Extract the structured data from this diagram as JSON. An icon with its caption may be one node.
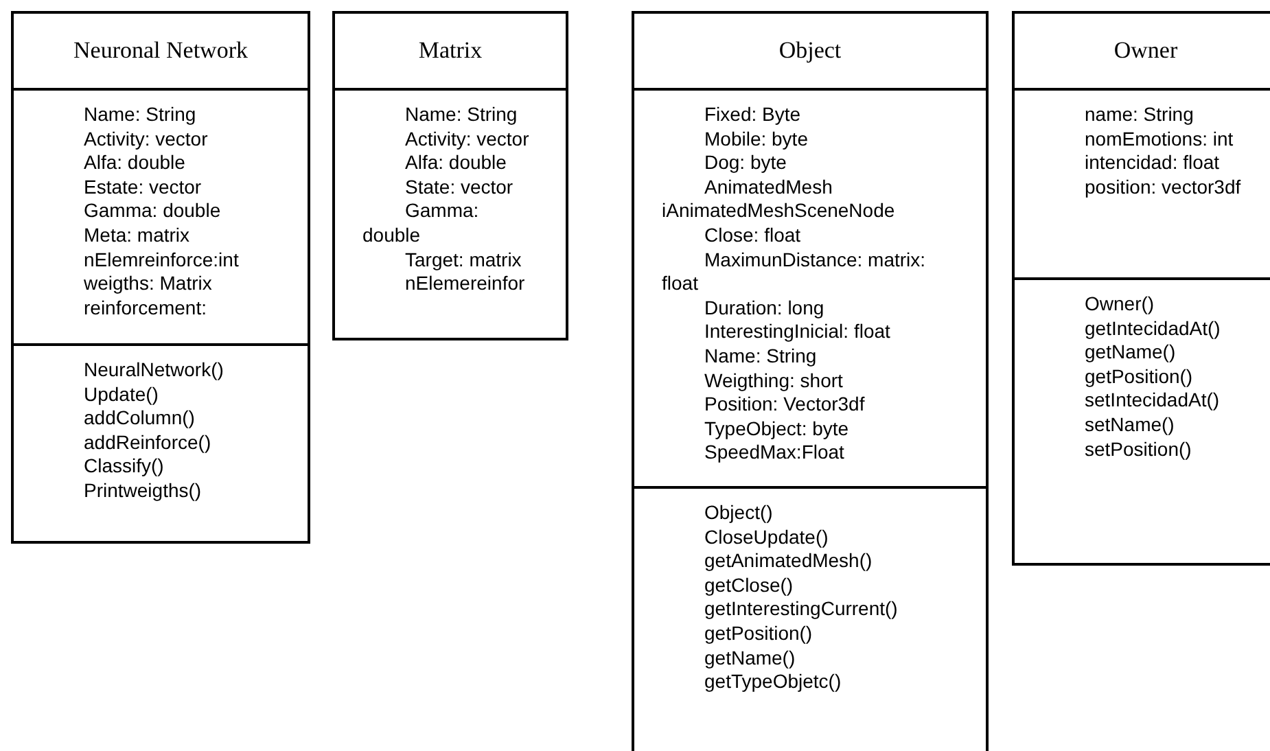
{
  "diagram": {
    "nodes": [
      {
        "text": [
          "Neuronal Network"
        ]
      },
      {
        "text": [
          "Name: String",
          "Activity: vector",
          "Alfa: double",
          "Estate: vector",
          "Gamma: double",
          "Meta: matrix",
          "nElemreinforce:int",
          "weigths: Matrix",
          "reinforcement:"
        ],
        "in": 0
      },
      {
        "text": [
          "NeuralNetwork()",
          "Update()",
          "addColumn()",
          "addReinforce()",
          "Classify()",
          "Printweigths()"
        ],
        "in": 0
      },
      {
        "text": [
          "Matrix"
        ]
      },
      {
        "text": [
          "Name: String",
          "Activity: vector",
          "Alfa: double",
          "State: vector",
          "Gamma: double",
          "Target: matrix",
          "nElemereinfor"
        ],
        "in": 3
      },
      {
        "text": [
          "Object"
        ]
      },
      {
        "text": [
          "Fixed: Byte",
          "Mobile: byte",
          "Dog: byte",
          "AnimatedMesh iAnimatedMeshSceneNode",
          "Close: float",
          "MaximunDistance: matrix: float",
          "Duration: long",
          "InterestingInicial: float",
          "Name: String",
          "Weigthing: short",
          "Position: Vector3df",
          "TypeObject: byte",
          "SpeedMax:Float"
        ],
        "in": 5
      },
      {
        "text": [
          "Object()",
          "CloseUpdate()",
          "getAnimatedMesh()",
          "getClose()",
          "getInterestingCurrent()",
          "getPosition()",
          "getName()",
          "getTypeObjetc()"
        ],
        "in": 5
      },
      {
        "text": [
          "Owner"
        ]
      },
      {
        "text": [
          "name: String",
          "nomEmotions: int",
          "intencidad: float",
          "position: vector3df"
        ],
        "in": 8
      },
      {
        "text": [
          "Owner()",
          "getIntecidadAt()",
          "getName()",
          "getPosition()",
          "setIntecidadAt()",
          "setName()",
          "setPosition()"
        ],
        "in": 8
      }
    ]
  }
}
